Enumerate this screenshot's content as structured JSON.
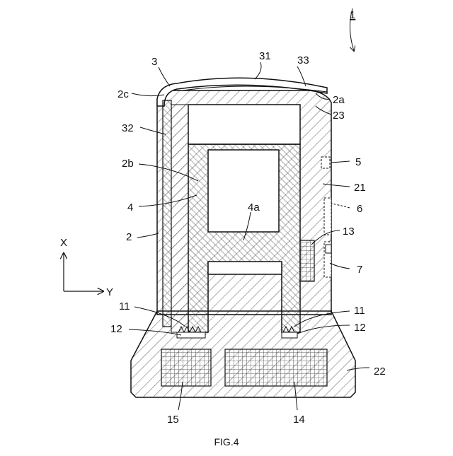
{
  "figure": {
    "caption": "FIG.4",
    "device_label": "1",
    "axes": {
      "x_label": "X",
      "y_label": "Y"
    },
    "references": [
      "1",
      "3",
      "31",
      "33",
      "2c",
      "2a",
      "23",
      "32",
      "2b",
      "5",
      "21",
      "4",
      "6",
      "4a",
      "2",
      "13",
      "7",
      "11",
      "11",
      "12",
      "12",
      "22",
      "15",
      "14"
    ]
  }
}
